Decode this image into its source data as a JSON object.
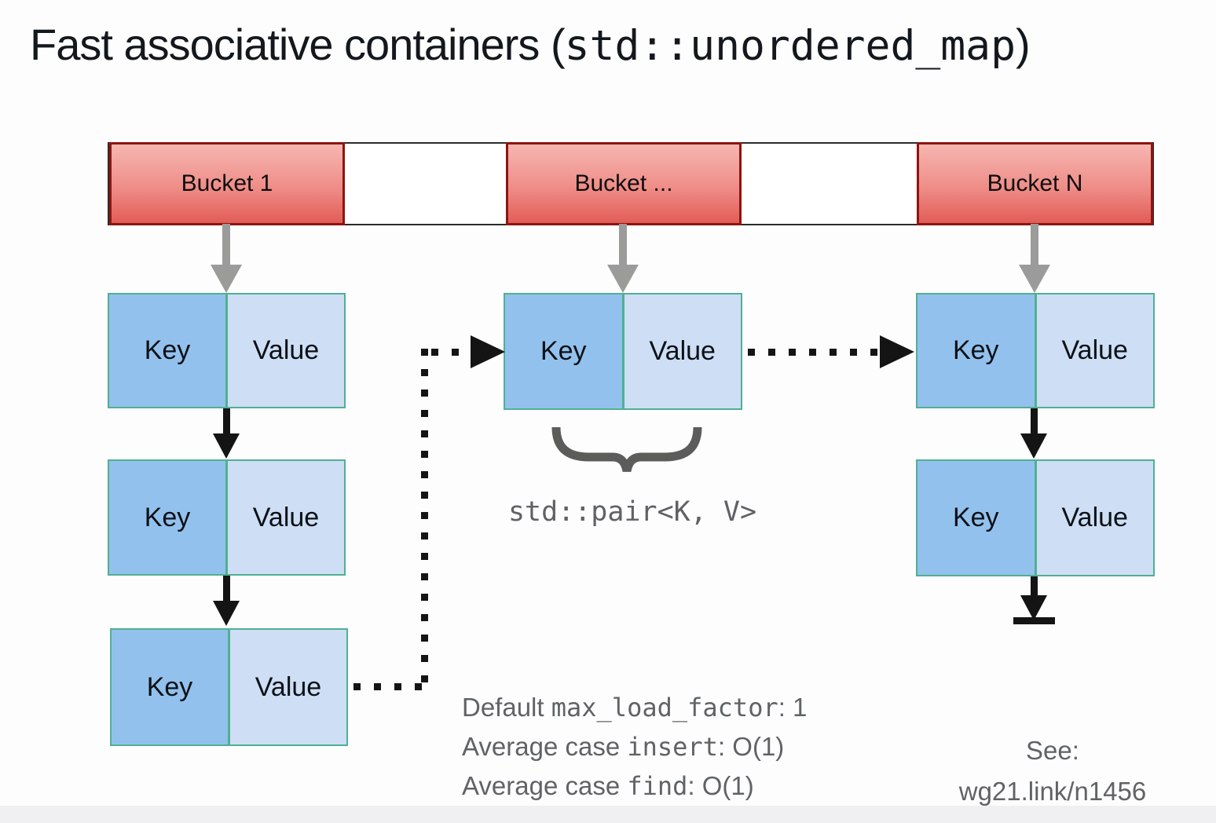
{
  "title": {
    "prefix": "Fast associative containers (",
    "code": "std::unordered_map",
    "suffix": ")"
  },
  "buckets": [
    {
      "label": "Bucket 1"
    },
    {
      "label": "Bucket ..."
    },
    {
      "label": "Bucket N"
    }
  ],
  "nodes": {
    "left": [
      {
        "key": "Key",
        "value": "Value"
      },
      {
        "key": "Key",
        "value": "Value"
      },
      {
        "key": "Key",
        "value": "Value"
      }
    ],
    "middle": [
      {
        "key": "Key",
        "value": "Value"
      }
    ],
    "right": [
      {
        "key": "Key",
        "value": "Value"
      },
      {
        "key": "Key",
        "value": "Value"
      }
    ]
  },
  "annotations": {
    "pair_label": "std::pair<K, V>"
  },
  "notes": [
    {
      "prefix": "Default ",
      "code": "max_load_factor",
      "suffix": ": 1"
    },
    {
      "prefix": "Average case ",
      "code": "insert",
      "suffix": ": O(1)"
    },
    {
      "prefix": "Average case ",
      "code": "find",
      "suffix": ": O(1)"
    }
  ],
  "reference": {
    "heading": "See:",
    "link": "wg21.link/n1456"
  },
  "colors": {
    "bucket_gradient_top": "#f6b6b1",
    "bucket_gradient_bottom": "#e25c57",
    "bucket_border": "#8e1410",
    "key_fill": "#93c1ed",
    "value_fill": "#cddef5",
    "node_border": "#50b092",
    "gray_arrow": "#9b9b99",
    "connector_black": "#141414",
    "muted_text": "#606366"
  }
}
